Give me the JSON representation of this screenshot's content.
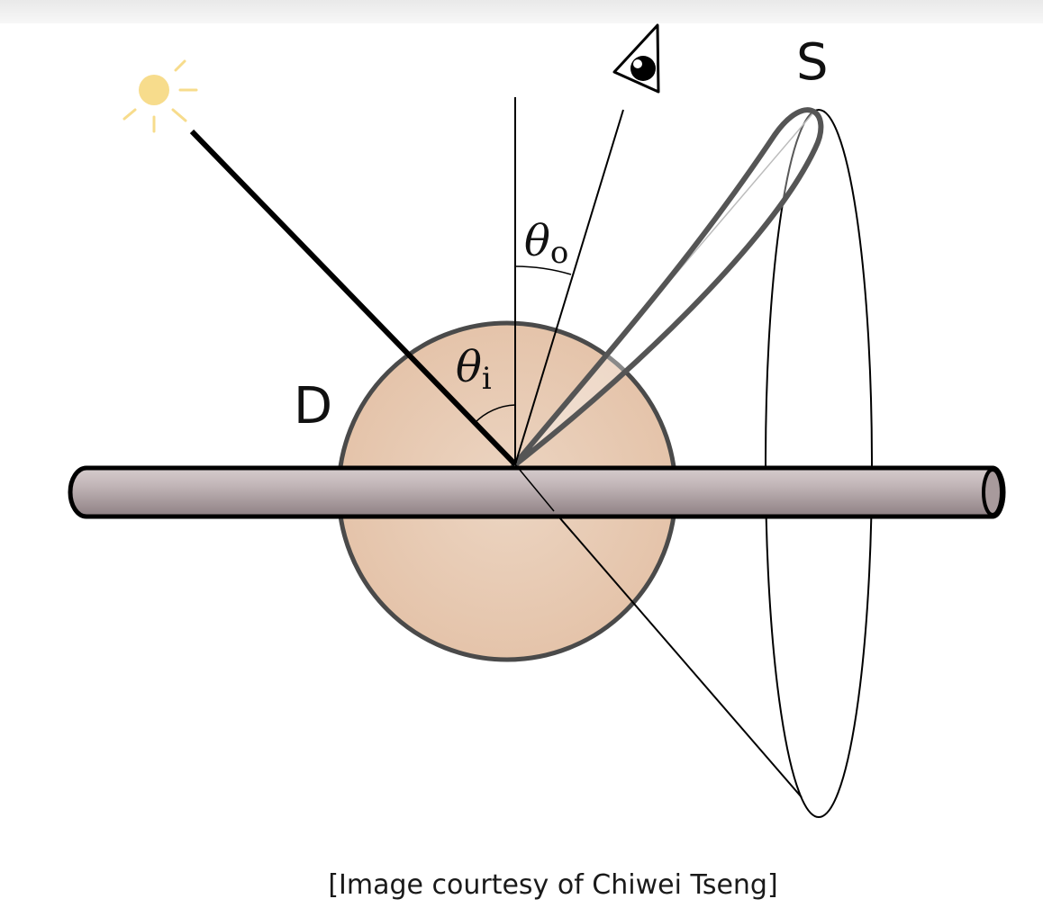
{
  "labels": {
    "specular": "S",
    "diffuse": "D",
    "theta_out": "θ",
    "theta_out_sub": "o",
    "theta_in": "θ",
    "theta_in_sub": "i"
  },
  "caption": "[Image courtesy of Chiwei Tseng]",
  "colors": {
    "light_source": "#f7dc8c",
    "diffuse_lobe_fill": "#e8c9b0",
    "diffuse_lobe_stroke": "#4a4a4a",
    "fiber_fill": "#a89a9c",
    "fiber_highlight": "#d9cfd0",
    "specular_lobe_stroke": "#555555",
    "ink": "#000000"
  },
  "icons": {
    "light": "sun-icon",
    "viewer": "eye-icon"
  }
}
